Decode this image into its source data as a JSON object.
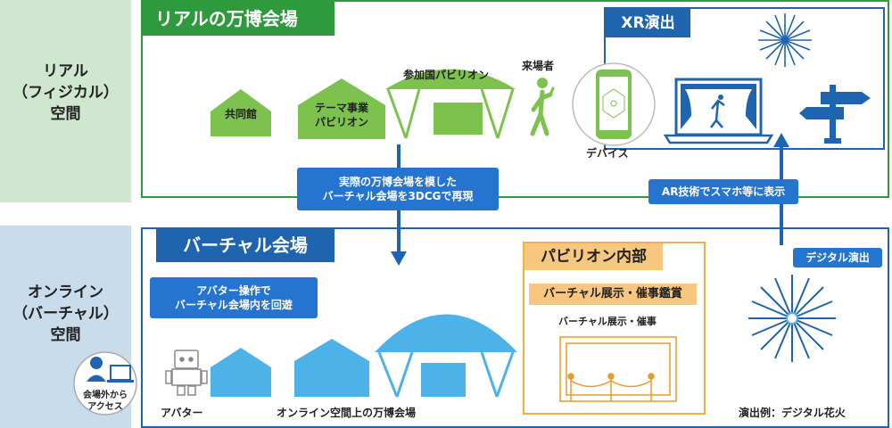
{
  "side": {
    "real": [
      "リアル",
      "（フィジカル）",
      "空間"
    ],
    "online": [
      "オンライン",
      "（バーチャル）",
      "空間"
    ]
  },
  "real": {
    "title": "リアルの万博会場",
    "kyodo": "共同館",
    "theme": [
      "テーマ事業",
      "パビリオン"
    ],
    "sanka": "参加国パビリオン",
    "visitor": "来場者",
    "device": "デバイス"
  },
  "xr": {
    "title": "XR演出"
  },
  "connector": {
    "down": [
      "実際の万博会場を模した",
      "バーチャル会場を3DCGで再現"
    ],
    "up": "AR技術でスマホ等に表示"
  },
  "online": {
    "title": "バーチャル会場",
    "avatar_note": [
      "アバター操作で",
      "バーチャル会場内を回遊"
    ],
    "access": [
      "会場外から",
      "アクセス"
    ],
    "avatar": "アバター",
    "venue": "オンライン空間上の万博会場",
    "digital": "デジタル演出",
    "fireworks": "演出例：デジタル花火"
  },
  "pavilion": {
    "title": "パビリオン内部",
    "exhibit_tag": "バーチャル展示・催事鑑賞",
    "exhibit_caption": "バーチャル展示・催事"
  },
  "colors": {
    "green": "#2f9a3d",
    "blue": "#1f64ae",
    "light_green": "#7dc24f",
    "light_blue": "#4db2e8",
    "orange": "#e99a2c"
  }
}
